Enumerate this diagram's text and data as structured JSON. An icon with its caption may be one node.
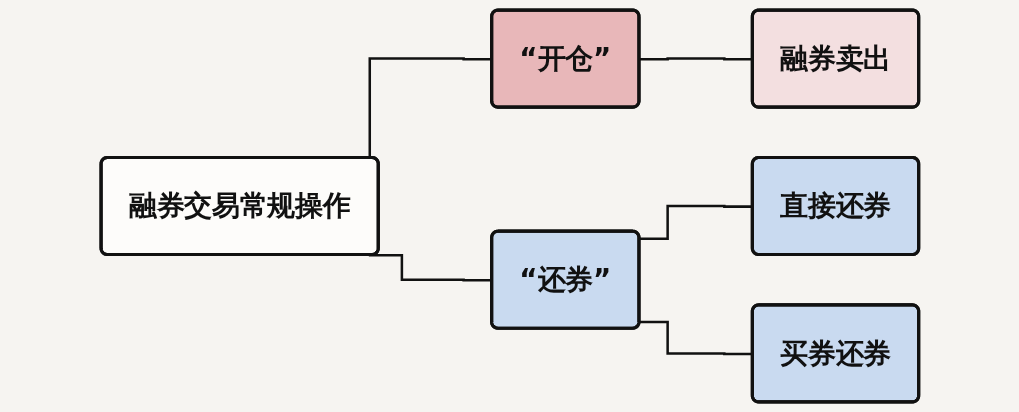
{
  "diagram": {
    "nodes": [
      {
        "text": [
          "融券交易常规操作"
        ]
      },
      {
        "text": [
          "“开仓”"
        ]
      },
      {
        "text": [
          "融券卖出"
        ]
      },
      {
        "text": [
          "“还券”"
        ]
      },
      {
        "text": [
          "直接还券"
        ]
      },
      {
        "text": [
          "买券还券"
        ]
      }
    ],
    "edges": [
      {
        "from": 0,
        "to": 1,
        "arrow": "none"
      },
      {
        "from": 0,
        "to": 3,
        "arrow": "none"
      },
      {
        "from": 1,
        "to": 2,
        "arrow": "none"
      },
      {
        "from": 3,
        "to": 4,
        "arrow": "none"
      },
      {
        "from": 3,
        "to": 5,
        "arrow": "none"
      }
    ]
  }
}
